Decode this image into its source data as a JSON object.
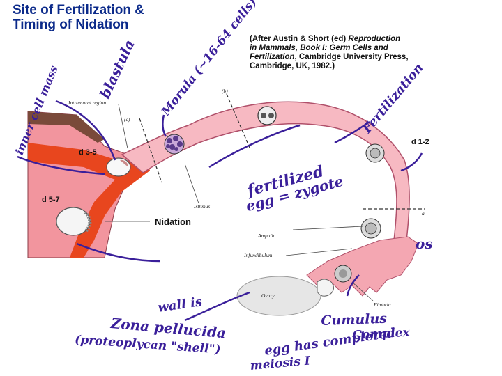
{
  "title": {
    "line1": "Site of Fertilization &",
    "line2": "Timing of Nidation"
  },
  "citation": {
    "line1_a": "(After Austin & Short (ed) ",
    "line1_b": "Reproduction",
    "line2_a": "in Mammals, Book I: Germ Cells and",
    "line3_a": "Fertilization",
    "line3_b": ", Cambridge University Press,",
    "line4": "Cambridge, UK, 1982.)"
  },
  "labels": {
    "d12": "d 1-2",
    "d35": "d 3-5",
    "d57": "d 5-7",
    "nidation": "Nidation",
    "intramural": "Intramural region",
    "isthmus": "Isthmus",
    "ampulla": "Ampulla",
    "infundibulum": "Infundibulum",
    "ovary": "Ovary",
    "fimbria": "Fimbria",
    "b": "(b)",
    "c": "(c)",
    "a": "a"
  },
  "handwriting": {
    "inner_cell_mass": "inner cell mass",
    "blastula": "blastula",
    "morula": "Morula (~16-64 cells)",
    "fertilization": "Fertilization",
    "fertilized_egg": "fertilized",
    "zygote": "egg = zygote",
    "os": "os",
    "wall_is": "wall is",
    "zona": "Zona pellucida",
    "proteoglycan": "(proteoplycan \"shell\")",
    "cumulus": "Cumulus",
    "complex": "Complex",
    "egg_completed": "egg has completed",
    "meiosis": "meiosis I"
  },
  "colors": {
    "tube": "#f7b9c2",
    "tube_edge": "#b0506a",
    "uterus": "#f2959e",
    "endometrium": "#e8461e",
    "ink": "#3a1f9a",
    "title": "#0b2a8a"
  }
}
